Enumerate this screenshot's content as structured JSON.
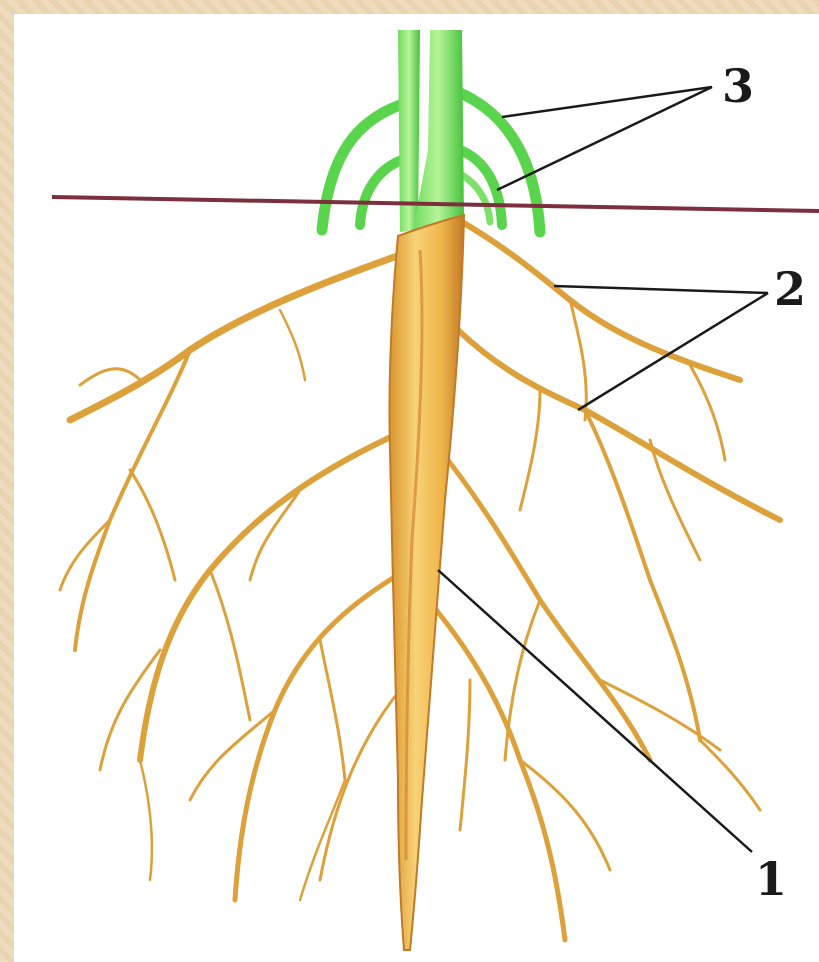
{
  "diagram": {
    "labels": {
      "one": "1",
      "two": "2",
      "three": "3"
    },
    "colors": {
      "background_frame": "#efdcbf",
      "panel": "#ffffff",
      "soil_line": "#7c2f3c",
      "root_light": "#f2c45a",
      "root_dark": "#c98a2a",
      "root_shadow": "#b5542a",
      "shoot_green": "#4fd24a",
      "shoot_light": "#a8ee8c"
    }
  }
}
